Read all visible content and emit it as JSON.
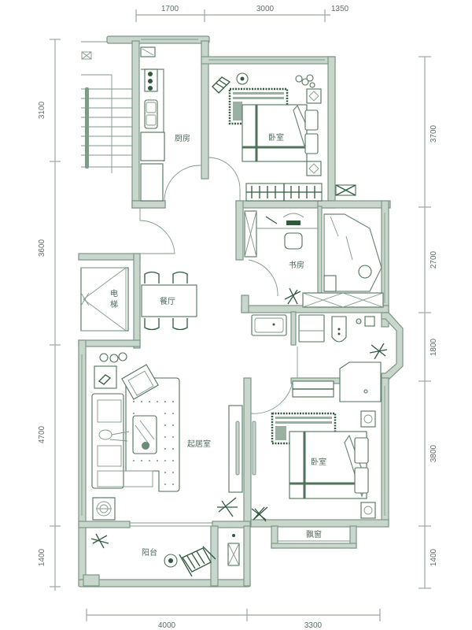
{
  "plan": {
    "title": "Apartment floor plan",
    "colors": {
      "wall_fill": "#c9d6cc",
      "wall_stroke": "#7c9684",
      "furniture": "#2f5a3c",
      "dimension_line": "#9aa89e",
      "text": "#4d6a57"
    }
  },
  "dimensions": {
    "top": [
      "1700",
      "3000",
      "1350"
    ],
    "left": [
      "3100",
      "3600",
      "4700",
      "1400"
    ],
    "right": [
      "3700",
      "2700",
      "1800",
      "3800",
      "1400"
    ],
    "bottom": [
      "4000",
      "3300"
    ]
  },
  "rooms": {
    "kitchen": "厨房",
    "bedroom_north": "卧室",
    "study": "书房",
    "elevator_line1": "电",
    "elevator_line2": "梯",
    "dining": "餐厅",
    "living": "起居室",
    "bedroom_south": "卧室",
    "bay_window": "飘窗",
    "balcony": "阳台"
  }
}
